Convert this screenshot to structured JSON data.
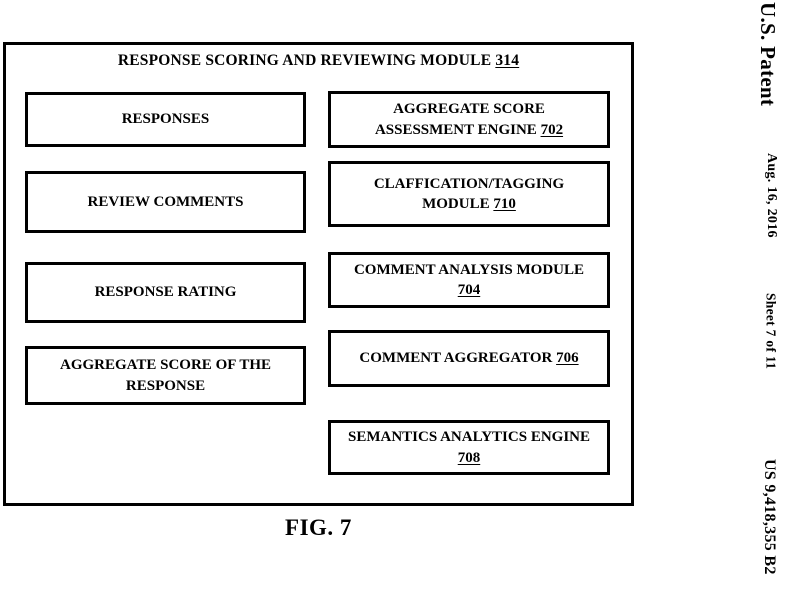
{
  "page": {
    "background_color": "#ffffff",
    "line_color": "#000000"
  },
  "margin_header": {
    "patent_office": "U.S. Patent",
    "date": "Aug. 16, 2016",
    "sheet_label": "Sheet 7 of 11",
    "patent_number": "US 9,418,355 B2"
  },
  "figure": {
    "caption": "FIG. 7",
    "container": {
      "title": "RESPONSE SCORING AND REVIEWING MODULE",
      "ref": "314"
    },
    "left_column": [
      {
        "label": "RESPONSES"
      },
      {
        "label": "REVIEW COMMENTS"
      },
      {
        "label": "RESPONSE RATING"
      },
      {
        "line1": "AGGREGATE SCORE OF THE",
        "line2": "RESPONSE"
      }
    ],
    "right_column": [
      {
        "line1": "AGGREGATE SCORE",
        "line2": "ASSESSMENT ENGINE",
        "ref": "702"
      },
      {
        "line1": "CLAFFICATION/TAGGING",
        "line2": "MODULE",
        "ref": "710"
      },
      {
        "line1": "COMMENT ANALYSIS MODULE",
        "ref": "704"
      },
      {
        "label": "COMMENT AGGREGATOR",
        "ref": "706"
      },
      {
        "line1": "SEMANTICS ANALYTICS ENGINE",
        "ref": "708"
      }
    ]
  }
}
